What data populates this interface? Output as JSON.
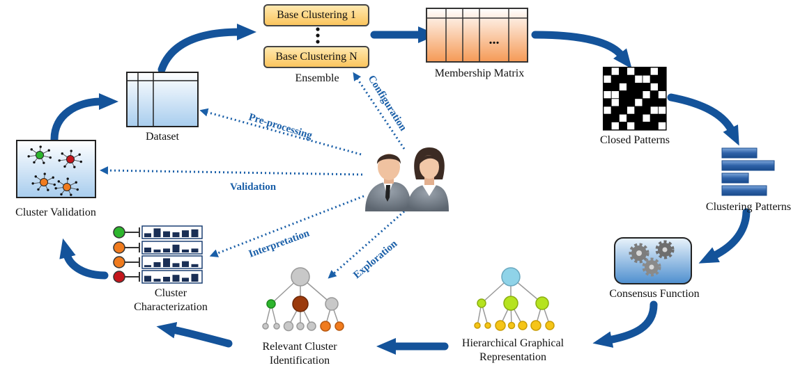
{
  "labels": {
    "base1": "Base Clustering 1",
    "baseN": "Base Clustering N",
    "ensemble": "Ensemble",
    "membership": "Membership Matrix",
    "membership_dots": "...",
    "closed": "Closed Patterns",
    "clustering_patterns": "Clustering Patterns",
    "consensus": "Consensus Function",
    "hier_line1": "Hierarchical Graphical",
    "hier_line2": "Representation",
    "relevant_line1": "Relevant Cluster",
    "relevant_line2": "Identification",
    "char_line1": "Cluster",
    "char_line2": "Characterization",
    "validation_node": "Cluster Validation",
    "dataset": "Dataset"
  },
  "actions": {
    "preprocessing": "Pre-processing",
    "validation": "Validation",
    "interpretation": "Interpretation",
    "exploration": "Exploration",
    "configuration": "Configuration"
  },
  "colors": {
    "flow_arrow": "#14539a",
    "action_text": "#1a5fa8",
    "membership": "#f59a56",
    "base_clustering": "#fbc55e",
    "dataset": "#a8cdee",
    "hier_root": "#8fd3e8",
    "hier_mid": "#b5e31f",
    "hier_leaf": "#f5c518",
    "char_green": "#2db52d",
    "char_orange": "#f07b1e",
    "char_red": "#c4161c"
  }
}
